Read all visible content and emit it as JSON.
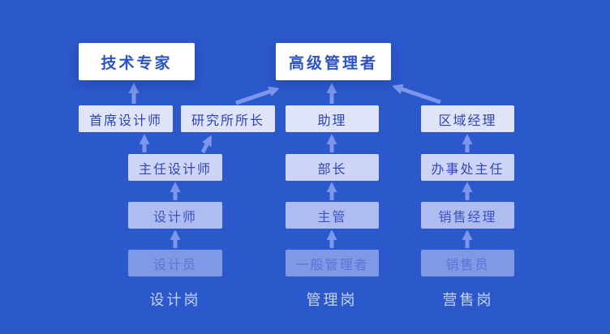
{
  "colors": {
    "background": "#2b58cb",
    "arrow": "#7b96ea",
    "top_box": {
      "bg": "#ffffff",
      "text": "#2b52c8"
    },
    "levels": [
      {
        "bg": "#e0e4f8",
        "text": "#2c44bd"
      },
      {
        "bg": "#cdd4f5",
        "text": "#3048bd"
      },
      {
        "bg": "#aebcf0",
        "text": "#3b53c4"
      },
      {
        "bg": "#8099e4",
        "text": "#5d73d6"
      }
    ],
    "footer_text": "#c7d2f4"
  },
  "diagram": {
    "top_nodes": [
      "技术专家",
      "高级管理者"
    ],
    "design_column": {
      "row2": [
        "首席设计师",
        "研究所所长"
      ],
      "row3": "主任设计师",
      "row4": "设计师",
      "row5": "设计员",
      "footer": "设计岗"
    },
    "management_column": {
      "row2": "助理",
      "row3": "部长",
      "row4": "主管",
      "row5": "一般管理者",
      "footer": "管理岗"
    },
    "sales_column": {
      "row2": "区域经理",
      "row3": "办事处主任",
      "row4": "销售经理",
      "row5": "销售员",
      "footer": "营售岗"
    }
  }
}
